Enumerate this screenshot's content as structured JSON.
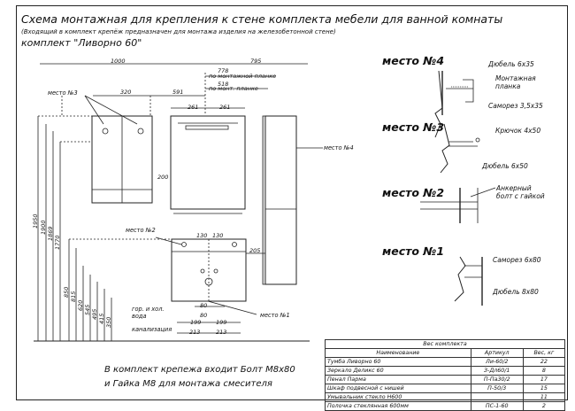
{
  "header": {
    "title": "Схема монтажная для крепления к стене комплекта мебели для ванной комнаты",
    "subnote": "(Входящий в комплект крепёж предназначен для монтажа изделия на железобетонной стене)",
    "kit": "комплект \"Ливорно 60\""
  },
  "dimensions": {
    "top": [
      "1000",
      "795",
      "778",
      "по монтажной планке",
      "518",
      "по монт. планке",
      "320",
      "591",
      "261",
      "261",
      "200",
      "130",
      "130",
      "205",
      "80",
      "80",
      "199",
      "199",
      "213",
      "213"
    ],
    "vertical": [
      "1950",
      "1900",
      "1869",
      "1770",
      "850",
      "815",
      "620",
      "545",
      "495",
      "415",
      "350"
    ]
  },
  "labels": {
    "mesto3": "место №3",
    "mesto4": "место №4",
    "mesto2": "место №2",
    "mesto1": "место №1",
    "water": "гор. и хол. вода",
    "sewer": "канализация"
  },
  "details": [
    {
      "title": "место №4",
      "labels": [
        "Дюбель 6х35",
        "Монтажная планка",
        "Саморез 3,5х35"
      ]
    },
    {
      "title": "место №3",
      "labels": [
        "Крючок 4х50",
        "Дюбель 6х50"
      ]
    },
    {
      "title": "место №2",
      "labels": [
        "Анкерный болт с гайкой"
      ]
    },
    {
      "title": "место №1",
      "labels": [
        "Саморез 6х80",
        "Дюбель 8х80"
      ]
    }
  ],
  "footer": {
    "line1": "В комплект крепежа входит Болт М8х80",
    "line2": "и Гайка М8 для монтажа смесителя"
  },
  "table": {
    "caption": "Вес комплекта",
    "headers": [
      "Наименование",
      "Артикул",
      "Вес, кг"
    ],
    "rows": [
      [
        "Тумба Ливорно 60",
        "Ли-60/2",
        "22"
      ],
      [
        "Зеркало Деликс 60",
        "З-Дл60/1",
        "8"
      ],
      [
        "Пенал Парма",
        "П-Па30/2",
        "17"
      ],
      [
        "Шкаф подвесной с нишей",
        "П-50/3",
        "15"
      ],
      [
        "Умывальник стекло Н600",
        "",
        "11"
      ],
      [
        "Полочка стеклянная 600мм",
        "ПС-1-60",
        "2"
      ]
    ]
  }
}
